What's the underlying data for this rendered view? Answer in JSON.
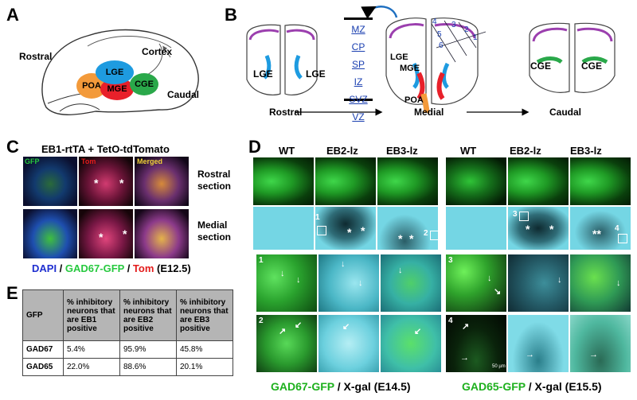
{
  "panels": {
    "A": "A",
    "B": "B",
    "C": "C",
    "D": "D",
    "E": "E"
  },
  "panelA": {
    "rostral": "Rostral",
    "cortex": "Cortex",
    "caudal": "Caudal",
    "lge": "LGE",
    "mge": "MGE",
    "poa": "POA",
    "cge": "CGE"
  },
  "panelB": {
    "layers": [
      "MZ",
      "CP",
      "SP",
      "IZ",
      "SVZ",
      "VZ"
    ],
    "rostral": "Rostral",
    "medial": "Medial",
    "caudal": "Caudal",
    "lge": "LGE",
    "mge": "MGE",
    "poa": "POA",
    "cge": "CGE",
    "numbers": [
      "4",
      "3",
      "2",
      "1",
      "5",
      "6"
    ]
  },
  "panelC": {
    "title": "EB1-rtTA + TetO-tdTomato",
    "gfp": "GFP",
    "tom": "Tom",
    "merged": "Merged",
    "rostral_section": [
      "Rostral",
      "section"
    ],
    "medial_section": [
      "Medial",
      "section"
    ],
    "legend": {
      "dapi": "DAPI",
      "sep1": " / ",
      "gad67": "GAD67-GFP",
      "sep2": " / ",
      "tom": "Tom",
      "age": "(E12.5)"
    }
  },
  "panelD": {
    "left_headers": [
      "WT",
      "EB2-lz",
      "EB3-lz"
    ],
    "right_headers": [
      "WT",
      "EB2-lz",
      "EB3-lz"
    ],
    "left_caption": {
      "gfp": "GAD67-GFP",
      "rest": " / X-gal (E14.5)"
    },
    "right_caption": {
      "gfp": "GAD65-GFP",
      "rest": " / X-gal (E15.5)"
    },
    "box_numbers": [
      "1",
      "2",
      "3",
      "4"
    ],
    "scale": "50 µm"
  },
  "panelE": {
    "headers": [
      "GFP",
      "% inhibitory neurons that are EB1 positive",
      "% inhibitory neurons that are EB2 positive",
      "% inhibitory neurons that are EB3 positive"
    ],
    "rows": [
      [
        "GAD67",
        "5.4%",
        "95.9%",
        "45.8%"
      ],
      [
        "GAD65",
        "22.0%",
        "88.6%",
        "20.1%"
      ]
    ]
  },
  "colors": {
    "lge": "#1e9be0",
    "mge": "#e8202a",
    "poa": "#f39a3a",
    "cge": "#2aa84a",
    "gfp_green": "#27c93f",
    "tom_red": "#e31b1b",
    "dapi_blue": "#1f2fd0",
    "caption_green": "#1db01d"
  }
}
